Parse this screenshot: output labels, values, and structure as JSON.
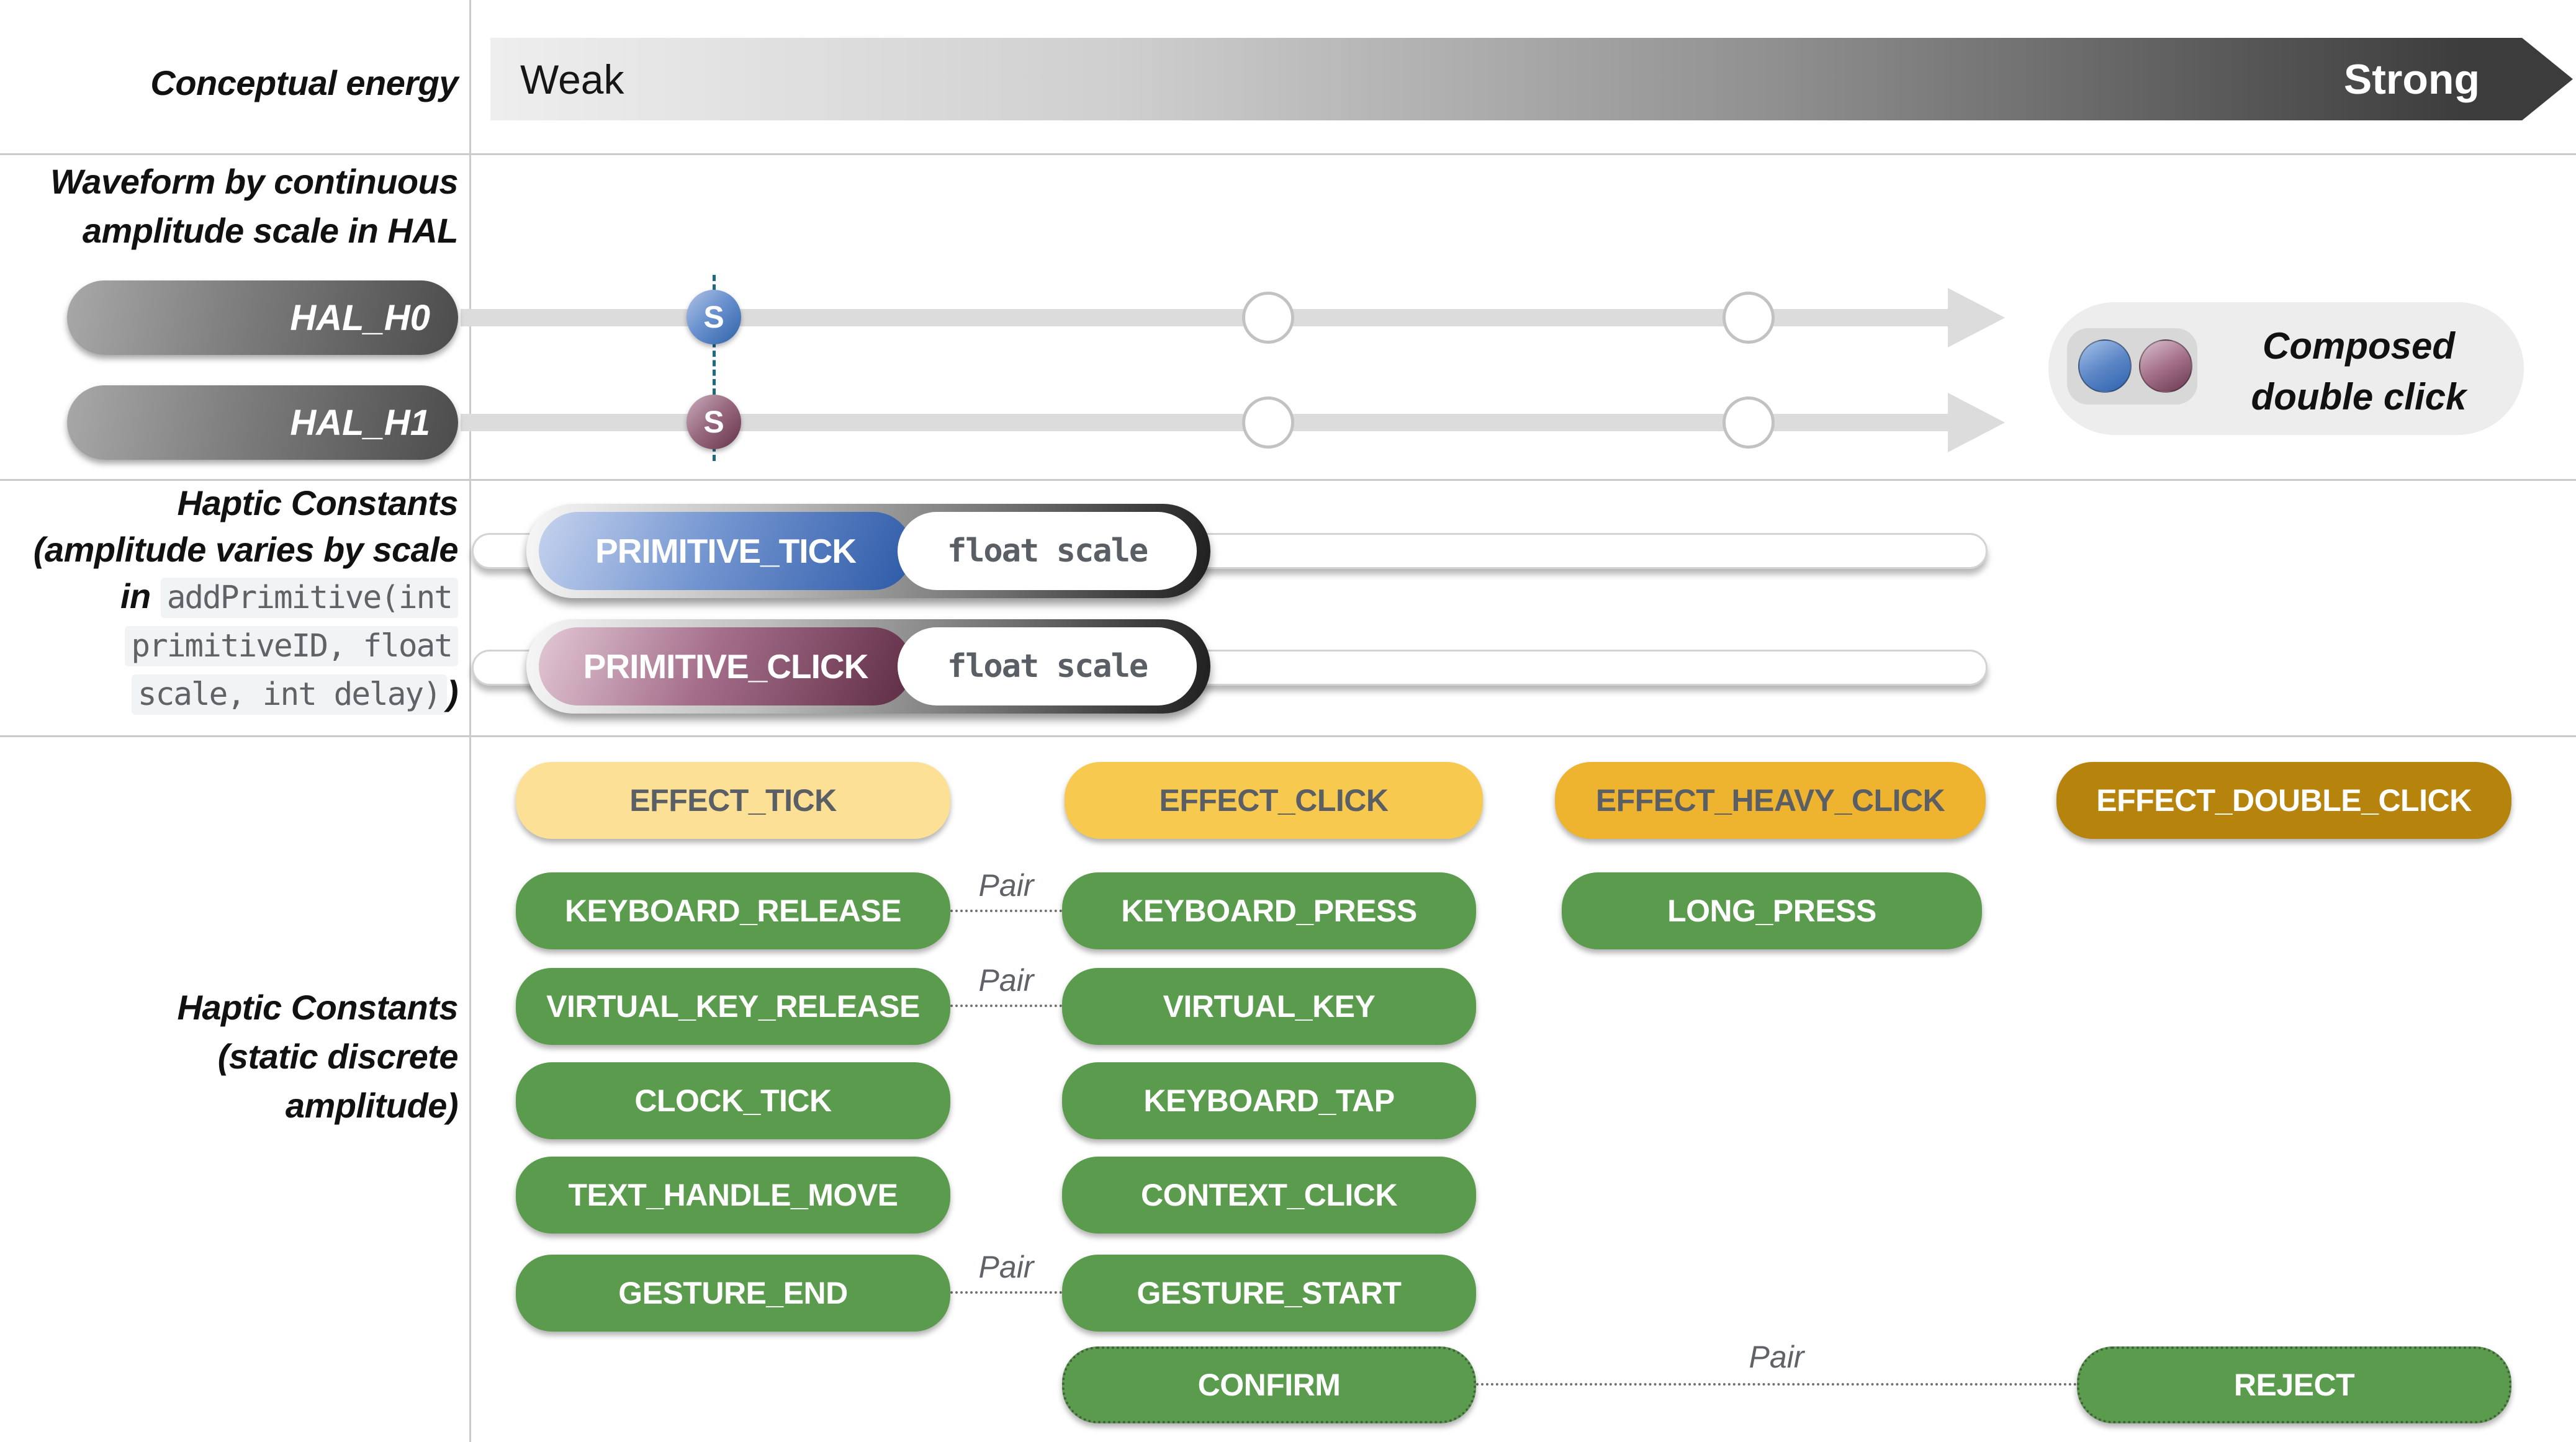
{
  "energy": {
    "label": "Conceptual energy",
    "weak": "Weak",
    "strong": "Strong"
  },
  "hal": {
    "label_line1": "Waveform by continuous",
    "label_line2": "amplitude scale in HAL",
    "rows": [
      {
        "name": "HAL_H0"
      },
      {
        "name": "HAL_H1"
      }
    ],
    "marker": "S",
    "composed_line1": "Composed",
    "composed_line2": "double click"
  },
  "primitives": {
    "label_line1": "Haptic Constants",
    "label_line2": "(amplitude varies by scale",
    "label_line3_prefix": "in",
    "code_line1": "addPrimitive(int",
    "code_line2": "primitiveID, float",
    "code_line3": "scale, int delay)",
    "label_suffix": ")",
    "sliders": [
      {
        "name": "PRIMITIVE_TICK",
        "param": "float scale"
      },
      {
        "name": "PRIMITIVE_CLICK",
        "param": "float scale"
      }
    ]
  },
  "constants": {
    "label_line1": "Haptic Constants",
    "label_line2": "(static discrete",
    "label_line3": "amplitude)",
    "pair_label": "Pair",
    "buttons": [
      {
        "label": "EFFECT_TICK"
      },
      {
        "label": "EFFECT_CLICK"
      },
      {
        "label": "EFFECT_HEAVY_CLICK"
      },
      {
        "label": "EFFECT_DOUBLE_CLICK"
      },
      {
        "label": "KEYBOARD_RELEASE"
      },
      {
        "label": "KEYBOARD_PRESS"
      },
      {
        "label": "LONG_PRESS"
      },
      {
        "label": "VIRTUAL_KEY_RELEASE"
      },
      {
        "label": "VIRTUAL_KEY"
      },
      {
        "label": "CLOCK_TICK"
      },
      {
        "label": "KEYBOARD_TAP"
      },
      {
        "label": "TEXT_HANDLE_MOVE"
      },
      {
        "label": "CONTEXT_CLICK"
      },
      {
        "label": "GESTURE_END"
      },
      {
        "label": "GESTURE_START"
      },
      {
        "label": "CONFIRM"
      },
      {
        "label": "REJECT"
      }
    ]
  },
  "colors": {
    "green": "#5B9B4D",
    "yellow_light": "#FBE096",
    "yellow": "#F7C94F",
    "amber": "#EFB42F",
    "gold_dark": "#B6830D",
    "button_text_gray": "#5A5F66",
    "pair_gray": "#5F6368",
    "dash_teal": "#1D6A80",
    "hal_blue": "#2D5AA7",
    "hal_mauve": "#5E2C44"
  }
}
